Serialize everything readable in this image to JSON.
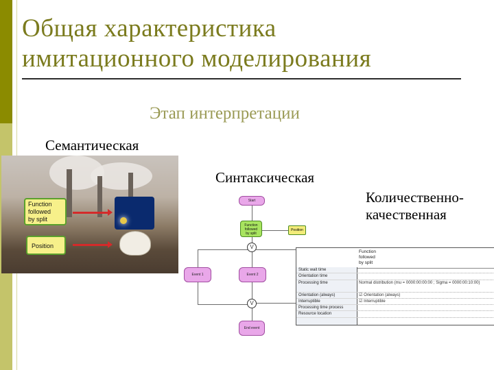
{
  "slide": {
    "title_line1": "Общая характеристика",
    "title_line2": "имитационного моделирования",
    "subtitle": "Этап интерпретации",
    "label_semantic": "Семантическая",
    "label_syntactic": "Синтаксическая",
    "label_quant_line1": "Количественно-",
    "label_quant_line2": "качественная",
    "colors": {
      "accent": "#8b8b00",
      "title": "#7b7b1e",
      "arrow": "#d42a2a"
    }
  },
  "semantic_panel": {
    "card_function_line1": "Function",
    "card_function_line2": "followed",
    "card_function_line3": "by split",
    "card_position": "Position",
    "icons": [
      "factory-photo",
      "welder-icon",
      "pigeon-icon"
    ]
  },
  "syntactic_diagram": {
    "start_event": "Start",
    "function_line1": "Function",
    "function_line2": "followed",
    "function_line3": "by split",
    "position": "Position",
    "event1": "Event 1",
    "event2": "Event 2",
    "end_event": "End event",
    "connector_symbol": "V"
  },
  "attributes": {
    "header_line1": "Function",
    "header_line2": "followed",
    "header_line3": "by split",
    "names": [
      "Static wait time",
      "Orientation time",
      "Processing time",
      "Orientation (always)",
      "Interruptible",
      "Processing time process",
      "Resource location"
    ],
    "values": [
      "",
      "",
      "Normal distribution (mu = 0000:00:00:00 ; Sigma = 0000:00:10:00)",
      "Orientation (always)",
      "Interruptible",
      "",
      ""
    ]
  }
}
